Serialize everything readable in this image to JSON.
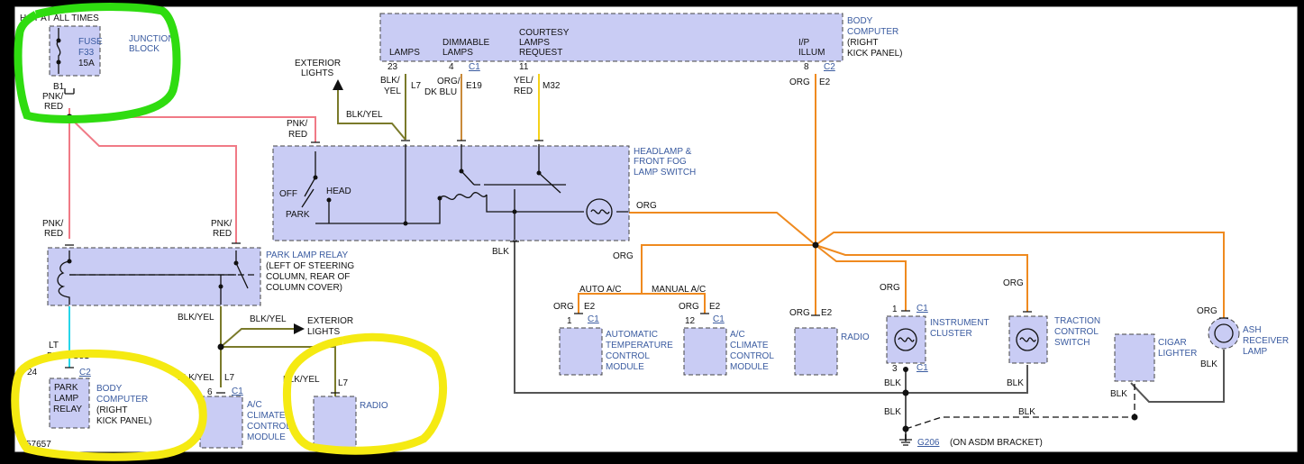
{
  "header": {
    "hot_at_all_times": "HOT AT ALL TIMES",
    "figure_id": "57657"
  },
  "components": {
    "fuse": {
      "name": "FUSE",
      "id": "F33",
      "rating": "15A"
    },
    "junction_block": {
      "line1": "JUNCTION",
      "line2": "BLOCK"
    },
    "body_computer_top": {
      "line1": "BODY",
      "line2": "COMPUTER",
      "line3": "(RIGHT",
      "line4": "KICK PANEL)"
    },
    "headlamp_switch": {
      "line1": "HEADLAMP &",
      "line2": "FRONT FOG",
      "line3": "LAMP SWITCH"
    },
    "park_lamp_relay": {
      "line1": "PARK LAMP RELAY",
      "line2": "(LEFT OF STEERING",
      "line3": "COLUMN, REAR OF",
      "line4": "COLUMN COVER)"
    },
    "body_computer_bottom": {
      "box1": "PARK",
      "box2": "LAMP",
      "box3": "RELAY",
      "line1": "BODY",
      "line2": "COMPUTER",
      "line3": "(RIGHT",
      "line4": "KICK PANEL)"
    },
    "ac_climate_left": {
      "line1": "A/C",
      "line2": "CLIMATE",
      "line3": "CONTROL",
      "line4": "MODULE"
    },
    "radio_left": {
      "label": "RADIO"
    },
    "auto_temp": {
      "line1": "AUTOMATIC",
      "line2": "TEMPERATURE",
      "line3": "CONTROL",
      "line4": "MODULE"
    },
    "ac_climate_right": {
      "line1": "A/C",
      "line2": "CLIMATE",
      "line3": "CONTROL",
      "line4": "MODULE"
    },
    "radio_right": {
      "label": "RADIO"
    },
    "instrument_cluster": {
      "line1": "INSTRUMENT",
      "line2": "CLUSTER"
    },
    "traction_control": {
      "line1": "TRACTION",
      "line2": "CONTROL",
      "line3": "SWITCH"
    },
    "cigar_lighter": {
      "line1": "CIGAR",
      "line2": "LIGHTER"
    },
    "ash_receiver": {
      "line1": "ASH",
      "line2": "RECEIVER",
      "line3": "LAMP"
    }
  },
  "body_computer_pins": {
    "lamps": "LAMPS",
    "dimmable1": "DIMMABLE",
    "dimmable2": "LAMPS",
    "courtesy1": "COURTESY",
    "courtesy2": "LAMPS",
    "courtesy3": "REQUEST",
    "ip1": "I/P",
    "ip2": "ILLUM"
  },
  "switch_labels": {
    "off": "OFF",
    "head": "HEAD",
    "park": "PARK"
  },
  "exterior_lights": {
    "line1": "EXTERIOR",
    "line2": "LIGHTS"
  },
  "ac_options": {
    "auto": "AUTO A/C",
    "manual": "MANUAL A/C"
  },
  "wires": {
    "pnk": "PNK/",
    "red": "RED",
    "blk": "BLK/",
    "yel": "YEL",
    "blk_yel": "BLK/YEL",
    "l7": "L7",
    "org": "ORG",
    "org_slash": "ORG/",
    "dk_blu": "DK BLU",
    "e19": "E19",
    "yel_slash": "YEL/",
    "m32": "M32",
    "e2": "E2",
    "blk_plain": "BLK",
    "lt": "LT",
    "blu": "BLU",
    "g51": "G51"
  },
  "pins": {
    "b1": "B1",
    "p23": "23",
    "p4": "4",
    "p11": "11",
    "p8": "8",
    "p24": "24",
    "p6": "6",
    "p1": "1",
    "p12": "12",
    "p3": "3"
  },
  "connectors": {
    "c1": "C1",
    "c2": "C2"
  },
  "ground": {
    "id": "G206",
    "note": "(ON ASDM BRACKET)"
  }
}
